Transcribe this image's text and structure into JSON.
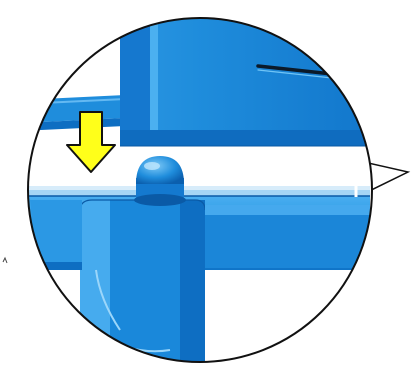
{
  "diagram": {
    "components": [
      {
        "id": "upper-panel",
        "label": ""
      },
      {
        "id": "lower-frame",
        "label": ""
      },
      {
        "id": "locating-pin",
        "label": ""
      }
    ],
    "indicator": {
      "type": "arrow",
      "direction": "down",
      "label": ""
    },
    "callout": {
      "type": "magnifier-circle",
      "pointer": "right"
    }
  },
  "colors": {
    "part_blue": "#1e8fe0",
    "part_blue_dark": "#0d6fc4",
    "part_blue_light": "#6cc2f5",
    "arrow_fill": "#ffff1a",
    "outline": "#111111",
    "background": "#ffffff"
  }
}
